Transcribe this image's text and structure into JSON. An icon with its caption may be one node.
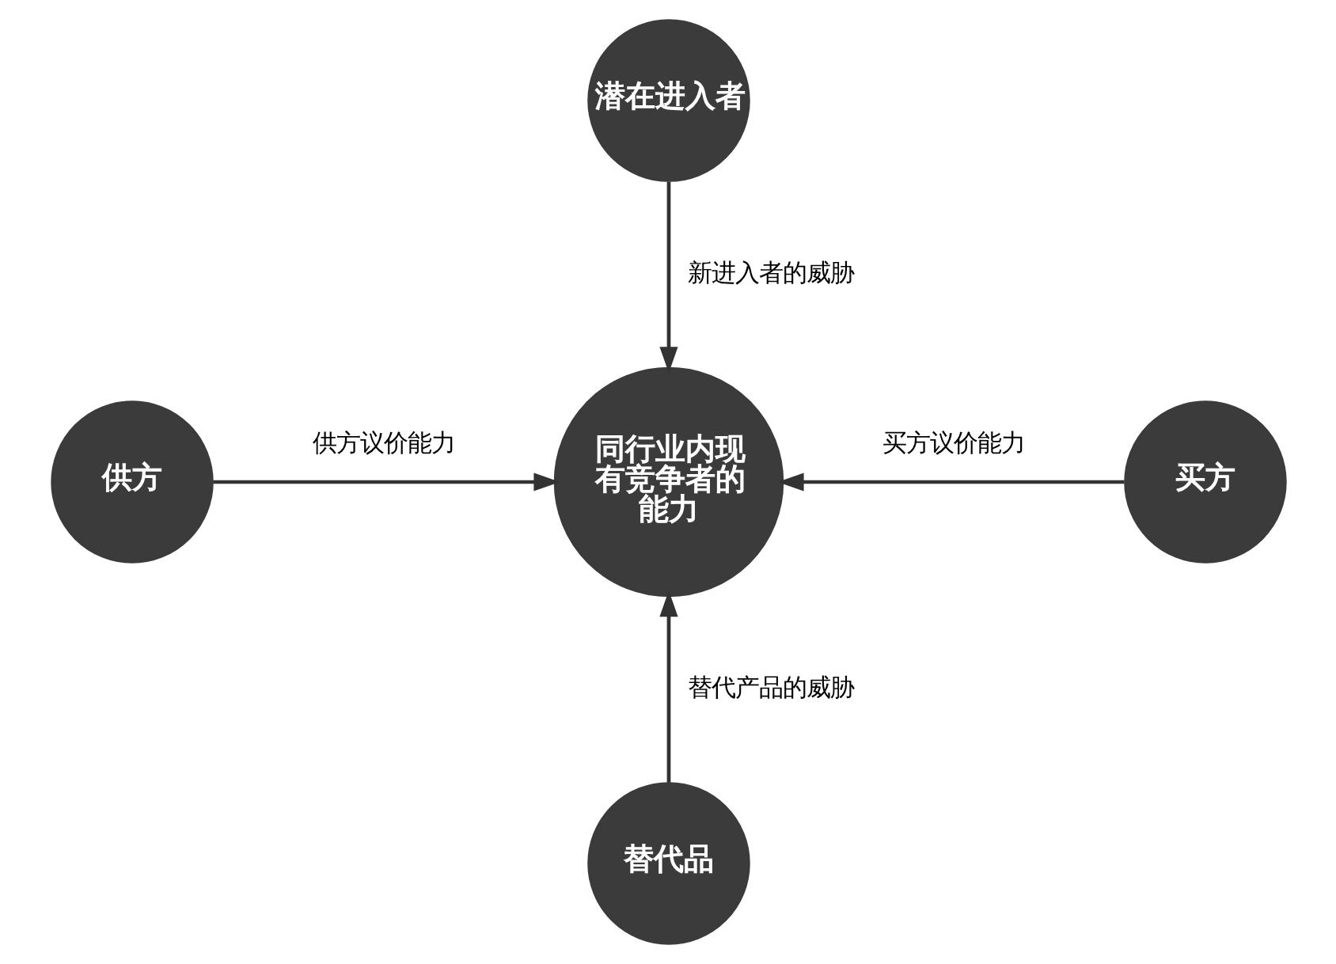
{
  "diagram": {
    "nodes": [
      {
        "text": [
          "潜在进入者"
        ]
      },
      {
        "text": [
          "供方"
        ]
      },
      {
        "text": [
          "同行业内现有竞争者的能力"
        ]
      },
      {
        "text": [
          "买方"
        ]
      },
      {
        "text": [
          "替代品"
        ]
      }
    ],
    "edges": [
      {
        "from": 0,
        "to": 2,
        "arrow": "to",
        "label": "新进入者的威胁"
      },
      {
        "from": 1,
        "to": 2,
        "arrow": "to",
        "label": "供方议价能力"
      },
      {
        "from": 3,
        "to": 2,
        "arrow": "to",
        "label": "买方议价能力"
      },
      {
        "from": 4,
        "to": 2,
        "arrow": "to",
        "label": "替代产品的威胁"
      }
    ]
  }
}
